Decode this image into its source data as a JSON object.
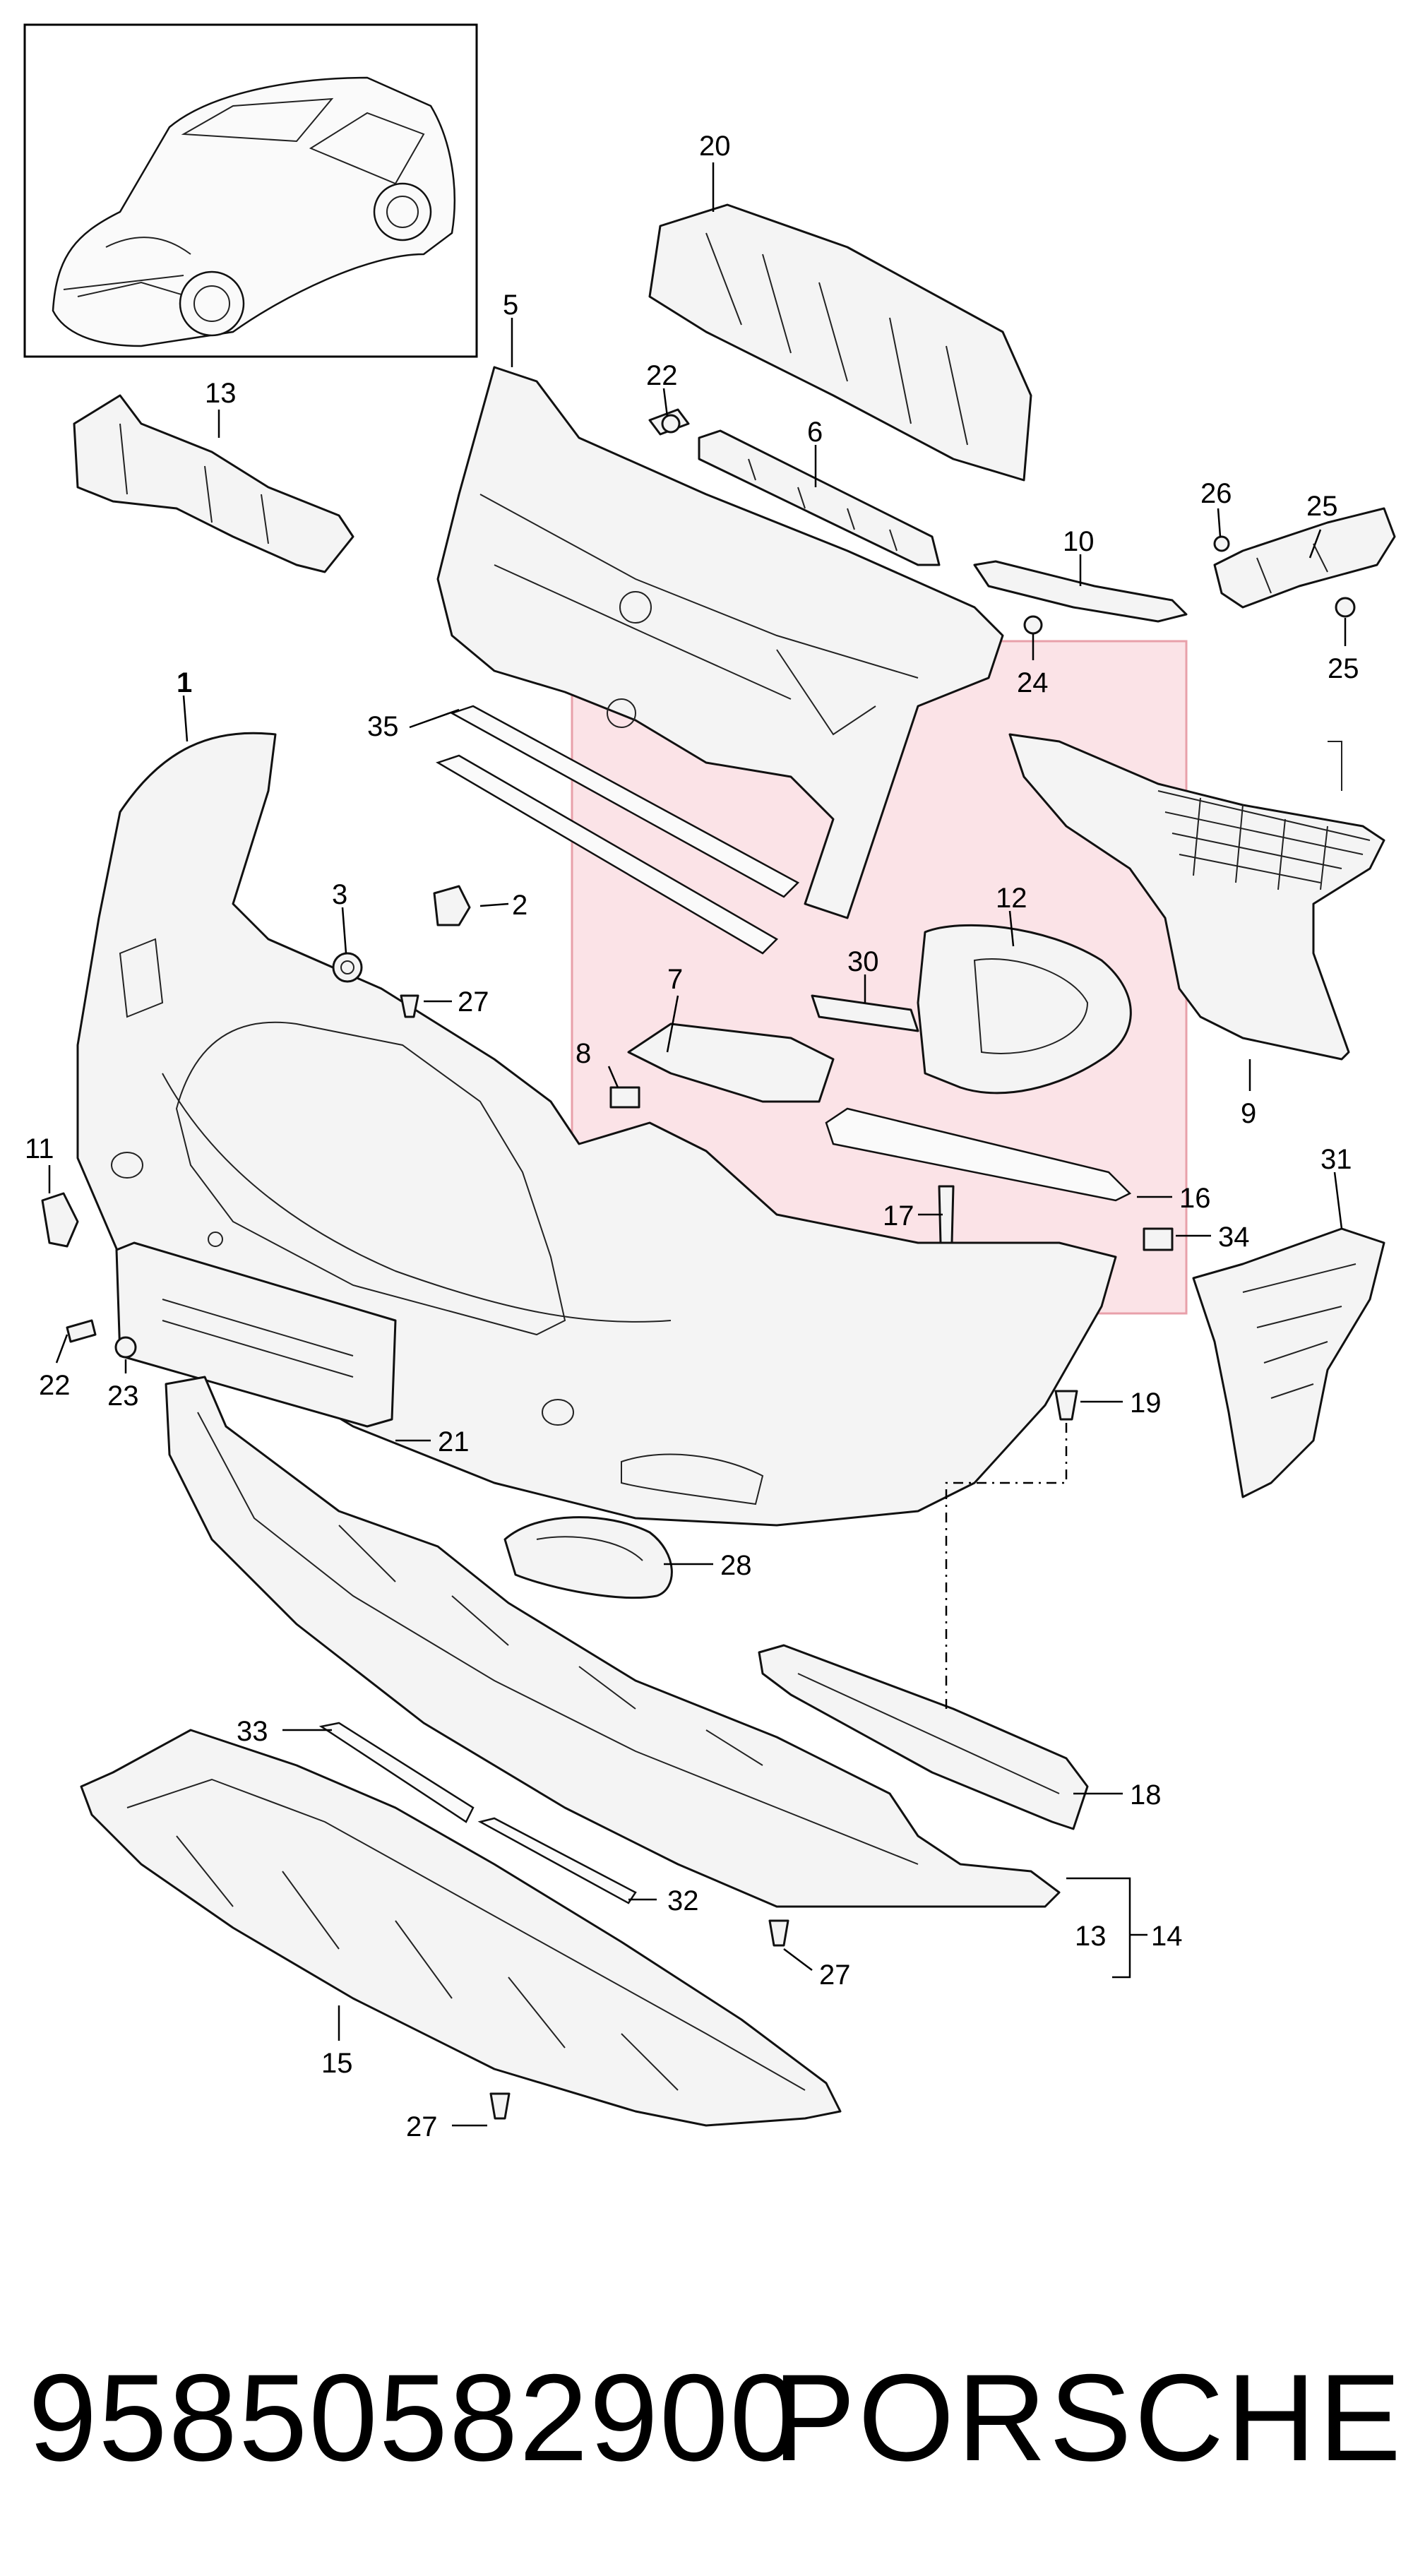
{
  "callouts": [
    {
      "id": "c1",
      "text": "1",
      "bold": true
    },
    {
      "id": "c2",
      "text": "2"
    },
    {
      "id": "c3",
      "text": "3"
    },
    {
      "id": "c5",
      "text": "5"
    },
    {
      "id": "c6",
      "text": "6"
    },
    {
      "id": "c7",
      "text": "7"
    },
    {
      "id": "c8",
      "text": "8"
    },
    {
      "id": "c9",
      "text": "9"
    },
    {
      "id": "c10",
      "text": "10"
    },
    {
      "id": "c11",
      "text": "11"
    },
    {
      "id": "c12",
      "text": "12"
    },
    {
      "id": "c13a",
      "text": "13"
    },
    {
      "id": "c13b",
      "text": "13"
    },
    {
      "id": "c14",
      "text": "14"
    },
    {
      "id": "c15",
      "text": "15"
    },
    {
      "id": "c16",
      "text": "16"
    },
    {
      "id": "c17",
      "text": "17"
    },
    {
      "id": "c18",
      "text": "18"
    },
    {
      "id": "c19",
      "text": "19"
    },
    {
      "id": "c20",
      "text": "20"
    },
    {
      "id": "c21",
      "text": "21"
    },
    {
      "id": "c22a",
      "text": "22"
    },
    {
      "id": "c22b",
      "text": "22"
    },
    {
      "id": "c23",
      "text": "23"
    },
    {
      "id": "c24",
      "text": "24"
    },
    {
      "id": "c25a",
      "text": "25"
    },
    {
      "id": "c25b",
      "text": "25"
    },
    {
      "id": "c26",
      "text": "26"
    },
    {
      "id": "c27a",
      "text": "27"
    },
    {
      "id": "c27b",
      "text": "27"
    },
    {
      "id": "c27c",
      "text": "27"
    },
    {
      "id": "c28",
      "text": "28"
    },
    {
      "id": "c30",
      "text": "30"
    },
    {
      "id": "c31",
      "text": "31"
    },
    {
      "id": "c32",
      "text": "32"
    },
    {
      "id": "c33",
      "text": "33"
    },
    {
      "id": "c34",
      "text": "34"
    },
    {
      "id": "c35",
      "text": "35"
    }
  ],
  "highlight_color": "#f9d9df",
  "highlight_border": "#e8a0aa",
  "footer": {
    "part_number": "95850582900",
    "brand": "PORSCHE"
  }
}
